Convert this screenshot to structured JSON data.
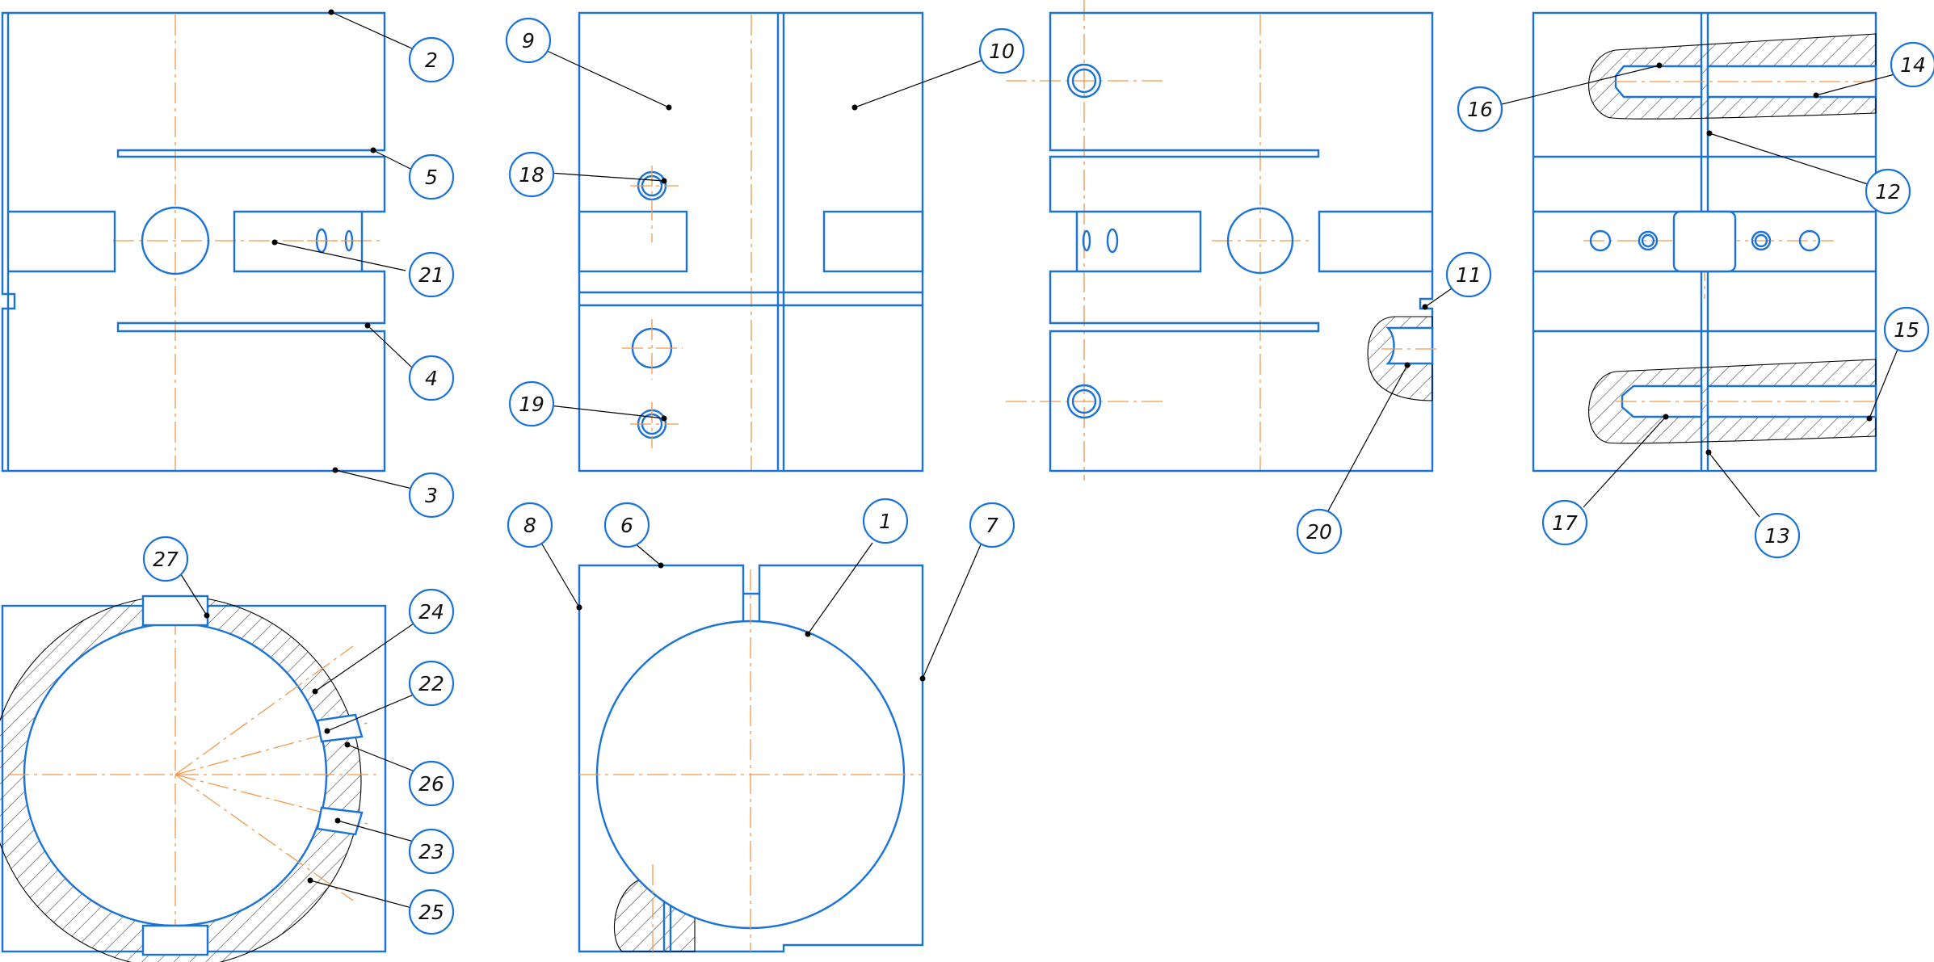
{
  "colors": {
    "outline": "#1a73d9",
    "center_line": "#f2994a",
    "leader": "#000000",
    "background": "#ffffff"
  },
  "balloons": [
    "1",
    "2",
    "3",
    "4",
    "5",
    "6",
    "7",
    "8",
    "9",
    "10",
    "11",
    "12",
    "13",
    "14",
    "15",
    "16",
    "17",
    "18",
    "19",
    "20",
    "21",
    "22",
    "23",
    "24",
    "25",
    "26",
    "27"
  ]
}
